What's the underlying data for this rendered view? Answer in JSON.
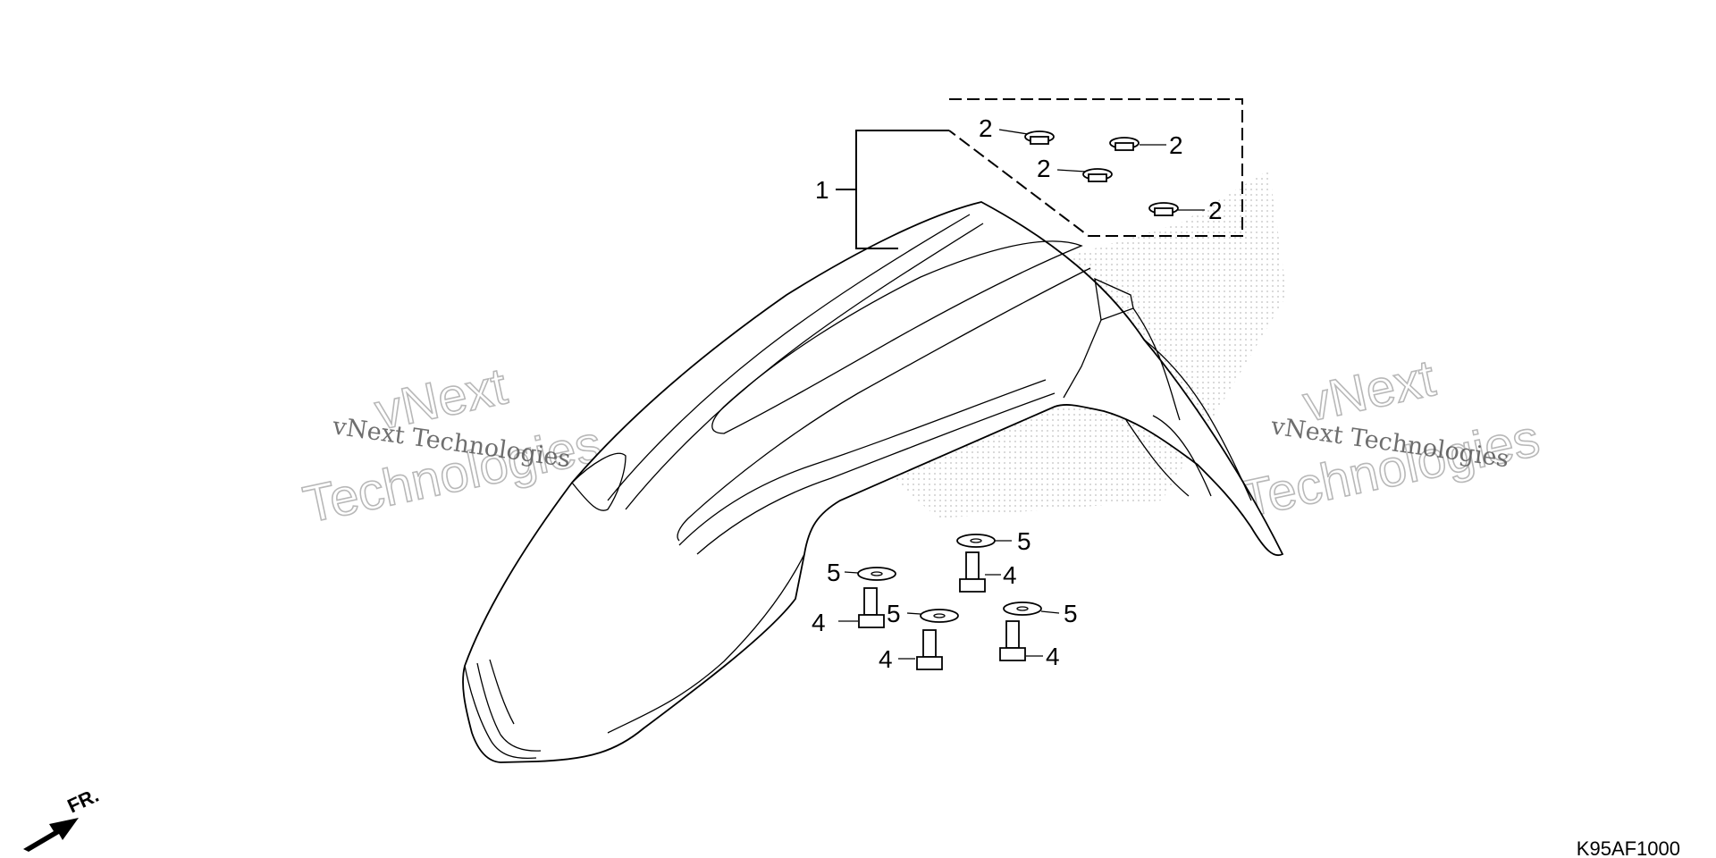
{
  "diagram": {
    "drawing_code": "K95AF1000",
    "direction_label": "FR.",
    "callouts": {
      "kit": "1",
      "clip_a": "2",
      "clip_b": "2",
      "clip_c": "2",
      "clip_d": "2",
      "bolt_a": "4",
      "bolt_b": "4",
      "bolt_c": "4",
      "bolt_d": "4",
      "washer_a": "5",
      "washer_b": "5",
      "washer_c": "5",
      "washer_d": "5"
    }
  },
  "watermarks": {
    "left": {
      "small": "vNext Technologies",
      "big_line1": "vNext",
      "big_line2": "Technologies"
    },
    "right": {
      "small": "vNext Technologies",
      "big_line1": "vNext",
      "big_line2": "Technologies"
    }
  }
}
